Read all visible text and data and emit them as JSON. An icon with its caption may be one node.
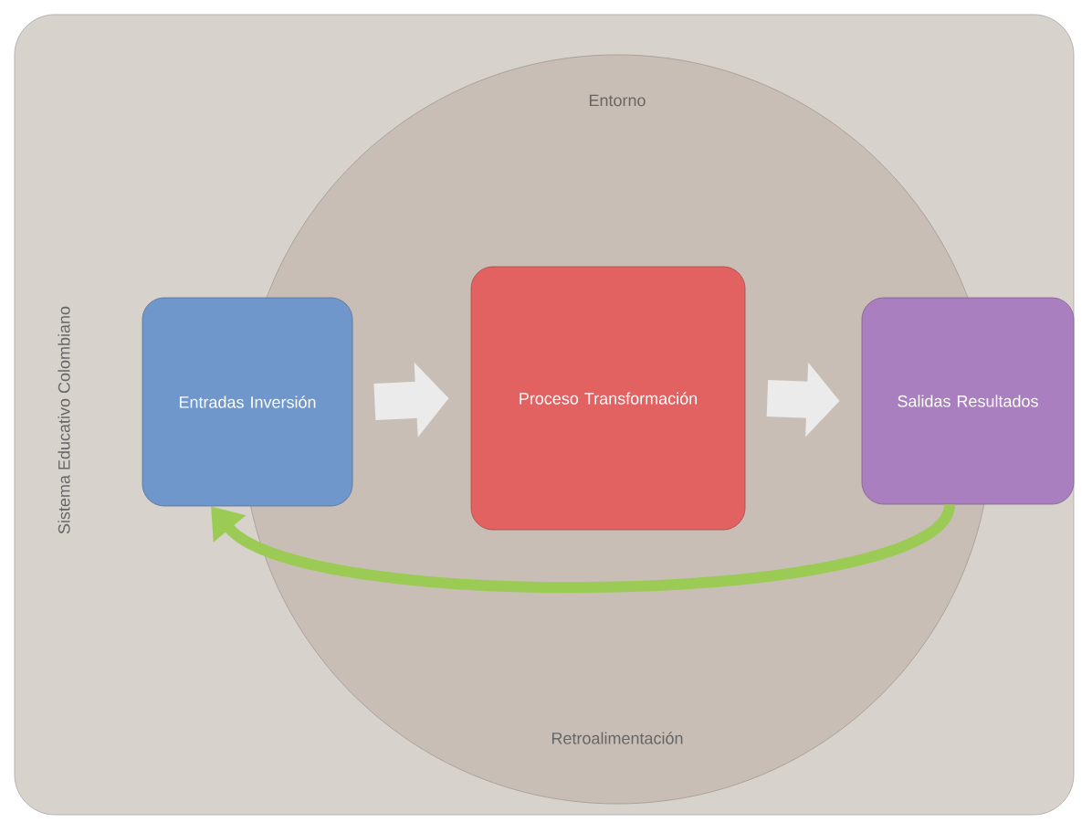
{
  "diagram": {
    "nodes": [
      {
        "text": [
          "Sistema Educativo Colombiano"
        ]
      },
      {
        "text": [
          "Entorno",
          "Retroalimentación"
        ],
        "in": 0
      },
      {
        "text": [
          "Entradas Inversión"
        ],
        "in": 0
      },
      {
        "text": [
          "Proceso Transformación"
        ],
        "in": 1
      },
      {
        "text": [
          "Salidas Resultados"
        ],
        "in": 0
      }
    ],
    "edges": [
      {
        "from": 2,
        "to": 3,
        "arrow": "to"
      },
      {
        "from": 3,
        "to": 4,
        "arrow": "to"
      },
      {
        "from": 4,
        "to": 2,
        "arrow": "to",
        "color": "#9bcb55"
      }
    ]
  }
}
